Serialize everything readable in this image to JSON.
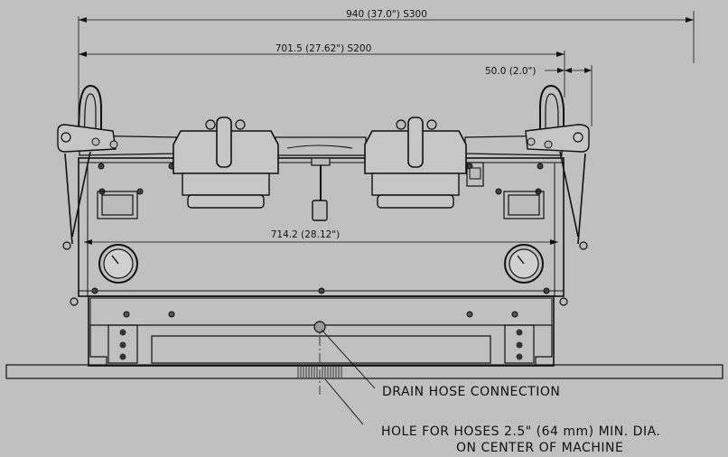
{
  "dimensions": {
    "overall_s300": "940 (37.0\")  S300",
    "overall_s200": "701.5  (27.62\")  S200",
    "offset": "50.0  (2.0\")",
    "body_width": "714.2  (28.12\")"
  },
  "callouts": {
    "drain": "DRAIN  HOSE  CONNECTION",
    "hole_line1": "HOLE  FOR  HOSES  2.5\"  (64  mm)  MIN.  DIA.",
    "hole_line2": "ON  CENTER  OF  MACHINE"
  }
}
